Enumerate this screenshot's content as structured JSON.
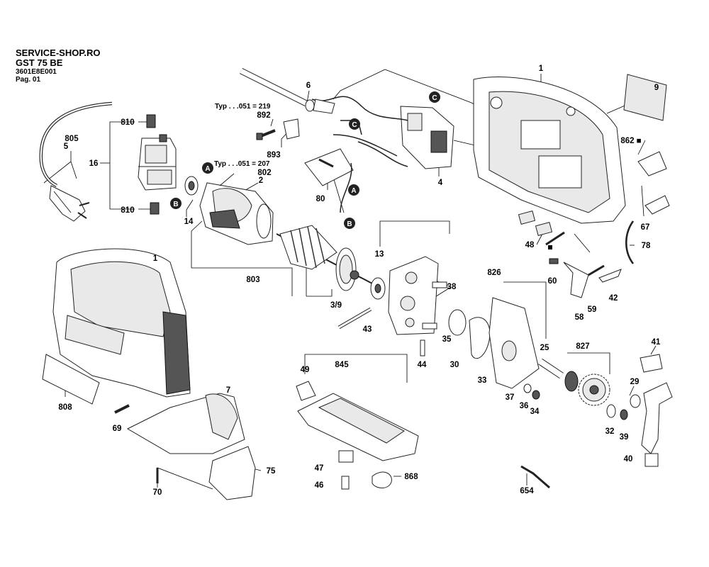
{
  "header": {
    "shop": "SERVICE-SHOP.RO",
    "model": "GST 75 BE",
    "code": "3601E8E001",
    "page": "Pag. 01"
  },
  "callouts": [
    {
      "id": "A",
      "label": "A"
    },
    {
      "id": "B",
      "label": "B"
    },
    {
      "id": "C",
      "label": "C"
    }
  ],
  "type_notes": [
    {
      "text": "Typ . . .051 = 219"
    },
    {
      "text": "Typ . . .051 = 207"
    }
  ],
  "parts": [
    {
      "label": "1"
    },
    {
      "label": "1"
    },
    {
      "label": "2"
    },
    {
      "label": "3/9"
    },
    {
      "label": "4"
    },
    {
      "label": "5"
    },
    {
      "label": "6"
    },
    {
      "label": "7"
    },
    {
      "label": "9"
    },
    {
      "label": "13"
    },
    {
      "label": "14"
    },
    {
      "label": "16"
    },
    {
      "label": "25"
    },
    {
      "label": "29"
    },
    {
      "label": "30"
    },
    {
      "label": "32"
    },
    {
      "label": "33"
    },
    {
      "label": "34"
    },
    {
      "label": "35"
    },
    {
      "label": "36"
    },
    {
      "label": "37"
    },
    {
      "label": "38"
    },
    {
      "label": "39"
    },
    {
      "label": "40"
    },
    {
      "label": "41"
    },
    {
      "label": "42"
    },
    {
      "label": "43"
    },
    {
      "label": "44"
    },
    {
      "label": "46"
    },
    {
      "label": "47"
    },
    {
      "label": "48"
    },
    {
      "label": "49"
    },
    {
      "label": "58"
    },
    {
      "label": "59"
    },
    {
      "label": "60"
    },
    {
      "label": "67"
    },
    {
      "label": "69"
    },
    {
      "label": "70"
    },
    {
      "label": "75"
    },
    {
      "label": "78"
    },
    {
      "label": "80"
    },
    {
      "label": "654"
    },
    {
      "label": "802"
    },
    {
      "label": "803"
    },
    {
      "label": "805"
    },
    {
      "label": "808"
    },
    {
      "label": "810"
    },
    {
      "label": "810"
    },
    {
      "label": "826"
    },
    {
      "label": "827"
    },
    {
      "label": "845"
    },
    {
      "label": "862 ■"
    },
    {
      "label": "868"
    },
    {
      "label": "892"
    },
    {
      "label": "893"
    }
  ]
}
